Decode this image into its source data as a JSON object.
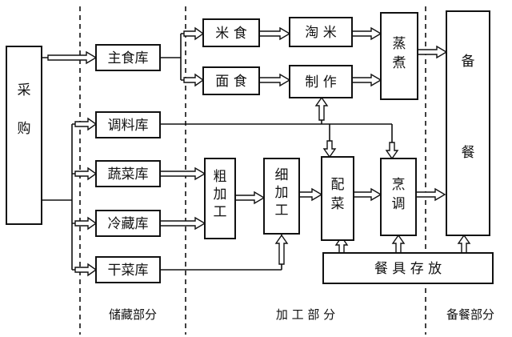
{
  "nodes": {
    "purchase": "采\n\n购",
    "staple_storage": "主食库",
    "seasoning_storage": "调料库",
    "vegetable_storage": "蔬菜库",
    "cold_storage": "冷藏库",
    "dry_food_storage": "干菜库",
    "rice": "米 食",
    "wheat": "面 食",
    "wash_rice": "淘 米",
    "make": "制 作",
    "steam_boil": "蒸\n煮",
    "rough_process": "粗\n加\n工",
    "fine_process": "细\n加\n工",
    "ingredients": "配\n菜",
    "cooking": "烹\n调",
    "tableware_storage": "餐 具 存 放",
    "serving": "备\n\n\n餐"
  },
  "sections": {
    "storage": "储藏部分",
    "processing": "加 工 部 分",
    "serving": "备餐部分"
  }
}
